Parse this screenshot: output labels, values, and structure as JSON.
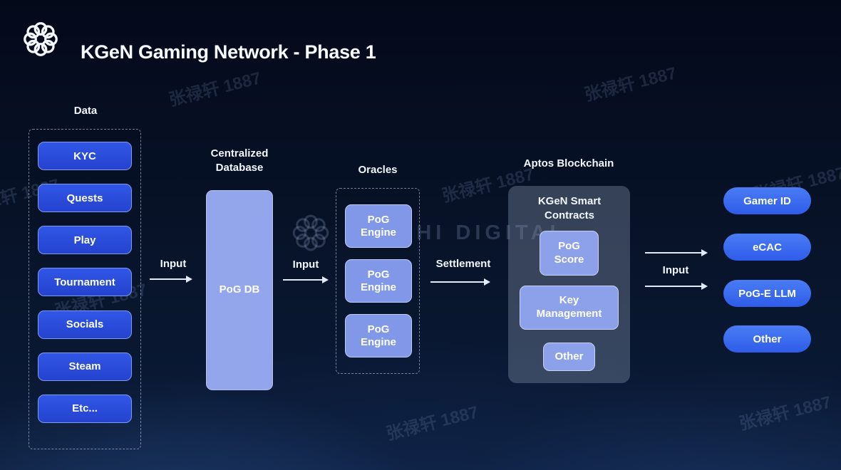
{
  "header": {
    "title": "KGeN Gaming Network - Phase 1"
  },
  "watermark": {
    "stamp": "张禄轩 1887",
    "brand": "DELPHI DIGITAL"
  },
  "data_column": {
    "label": "Data",
    "items": [
      "KYC",
      "Quests",
      "Play",
      "Tournament",
      "Socials",
      "Steam",
      "Etc..."
    ]
  },
  "flow": {
    "input_label_1": "Input",
    "input_label_2": "Input",
    "settlement_label": "Settlement",
    "input_label_3": "Input"
  },
  "centralized_database": {
    "label": "Centralized Database",
    "node": "PoG DB"
  },
  "oracles": {
    "label": "Oracles",
    "engines": [
      "PoG Engine",
      "PoG Engine",
      "PoG Engine"
    ]
  },
  "aptos": {
    "label": "Aptos Blockchain",
    "panel_title": "KGeN Smart Contracts",
    "items": [
      "PoG Score",
      "Key Management",
      "Other"
    ]
  },
  "outputs": [
    "Gamer ID",
    "eCAC",
    "PoG-E LLM",
    "Other"
  ],
  "colors": {
    "background_dark": "#04091a",
    "button_blue": "#2b50dd",
    "button_border": "#7e9bf0",
    "node_periwinkle": "#93a6ec",
    "engine_fill": "#8197e8",
    "engine_border": "#bfcaf6",
    "panel_gray": "rgba(148,160,186,0.34)",
    "pill_blue": "#3a6cf0",
    "arrow": "#e3eafa"
  }
}
